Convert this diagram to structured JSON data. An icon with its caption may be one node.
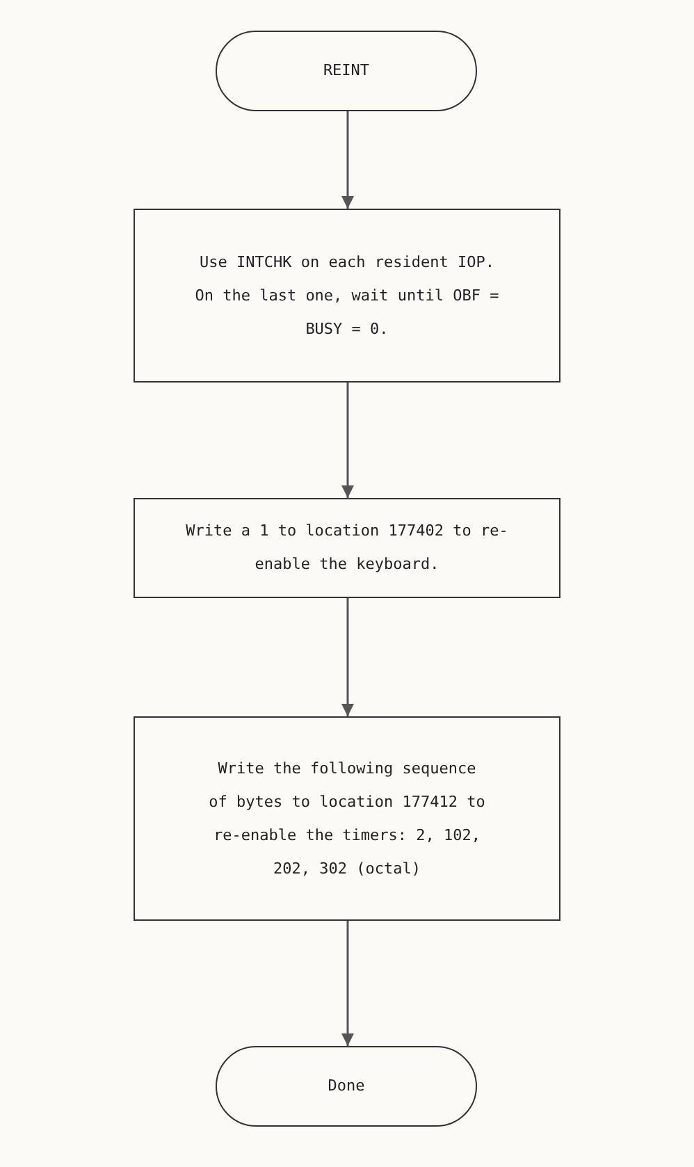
{
  "diagram": {
    "nodes": [
      {
        "text": [
          "REINT"
        ]
      },
      {
        "text": [
          "Use INTCHK on each resident IOP. On the last one, wait until OBF = BUSY = 0."
        ]
      },
      {
        "text": [
          "Write a 1 to location 177402 to re-enable the keyboard."
        ]
      },
      {
        "text": [
          "Write the following sequence of bytes to location 177412 to re-enable the timers: 2, 102, 202, 302 (octal)"
        ]
      },
      {
        "text": [
          "Done"
        ]
      }
    ],
    "edges": [
      {
        "from": 0,
        "to": 1,
        "arrow": "to"
      },
      {
        "from": 1,
        "to": 2,
        "arrow": "to"
      },
      {
        "from": 2,
        "to": 3,
        "arrow": "to"
      },
      {
        "from": 3,
        "to": 4,
        "arrow": "to"
      }
    ]
  }
}
